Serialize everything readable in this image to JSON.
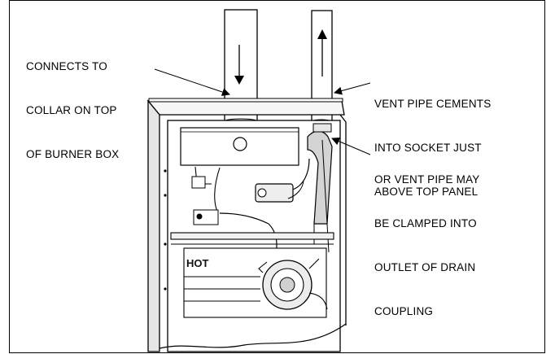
{
  "callouts": {
    "burner_box": [
      "CONNECTS TO",
      "COLLAR ON TOP",
      "OF BURNER BOX"
    ],
    "vent_socket": [
      "VENT PIPE CEMENTS",
      "INTO SOCKET JUST",
      "ABOVE TOP PANEL"
    ],
    "drain_coupling": [
      "OR VENT PIPE MAY",
      "BE CLAMPED INTO",
      "OUTLET OF DRAIN",
      "COUPLING"
    ]
  },
  "unit_marking": "HOT",
  "flow": {
    "left_pipe_direction": "down",
    "right_pipe_direction": "up"
  }
}
